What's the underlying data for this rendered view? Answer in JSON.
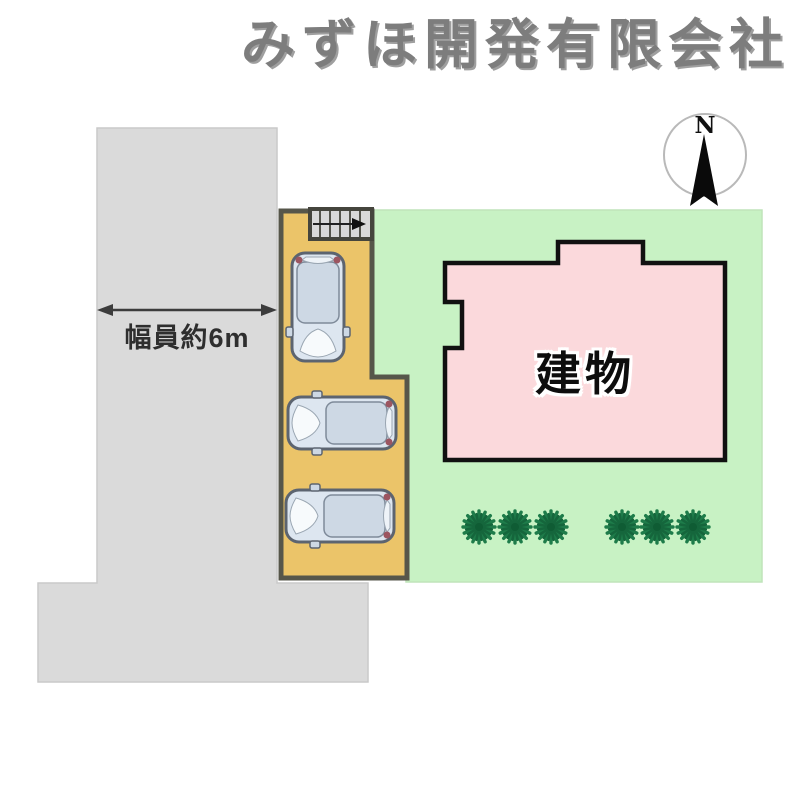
{
  "header": {
    "company_name": "みずほ開発有限会社"
  },
  "compass": {
    "label": "N"
  },
  "site_plan": {
    "road_width_label": "幅員約6m",
    "building_label": "建物",
    "parking_space_count": 3,
    "bush_count": 6,
    "stairs_present": true
  },
  "colors": {
    "road_fill": "#dadada",
    "parking_fill": "#ebc469",
    "parking_border": "#56564a",
    "lot_fill": "#c8f2c4",
    "building_fill": "#fbd9dc",
    "building_outline": "#111111",
    "bush_green": "#1e7c4a",
    "car_body": "#dde6f0",
    "title_text": "#7d7d7d"
  }
}
